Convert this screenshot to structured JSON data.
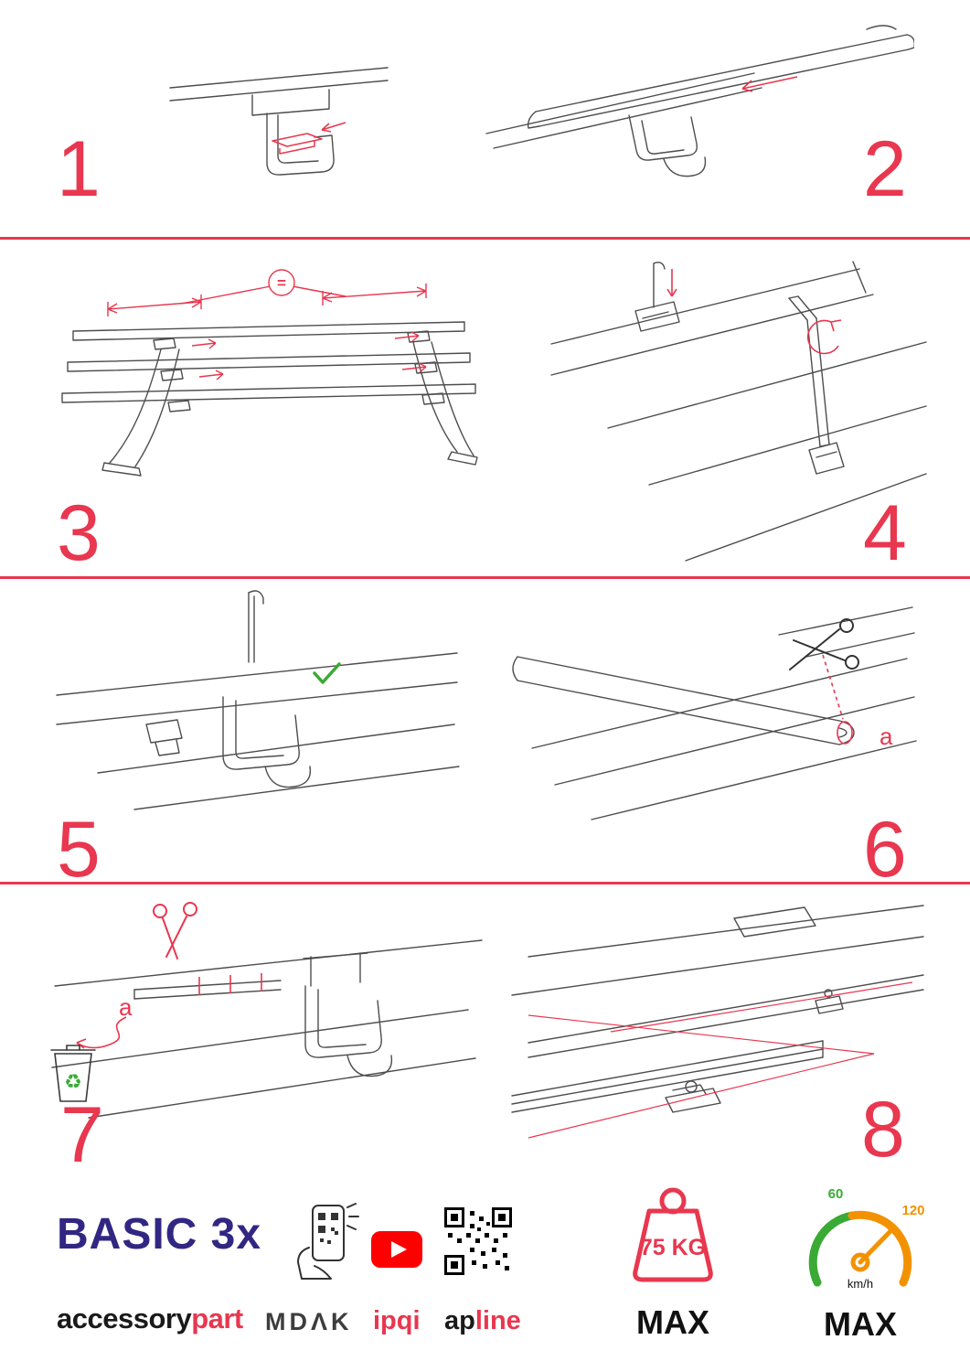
{
  "steps": [
    {
      "number": "1"
    },
    {
      "number": "2"
    },
    {
      "number": "3"
    },
    {
      "number": "4"
    },
    {
      "number": "5"
    },
    {
      "number": "6"
    },
    {
      "number": "7"
    },
    {
      "number": "8"
    }
  ],
  "labels": {
    "equals": "=",
    "cut_a": "a"
  },
  "icons": {
    "recycle": "♻",
    "check": "✓",
    "scissors": "✂",
    "youtube_play": "▶"
  },
  "footer": {
    "product": "BASIC 3x",
    "brand_black": "accessory",
    "brand_red": "part",
    "mdak": "MDΛK",
    "ipqi": "ipqi",
    "apline_black": "ap",
    "apline_red": "line",
    "weight_value": "75 KG",
    "weight_max": "MAX",
    "speed_low": "60",
    "speed_high": "120",
    "speed_unit": "km/h",
    "speed_max": "MAX"
  },
  "colors": {
    "accent_red": "#e8374f",
    "brand_blue": "#312783",
    "green": "#3aaa35",
    "orange": "#f39200",
    "youtube_red": "#ff0000",
    "line_gray": "#4d4d4d"
  }
}
